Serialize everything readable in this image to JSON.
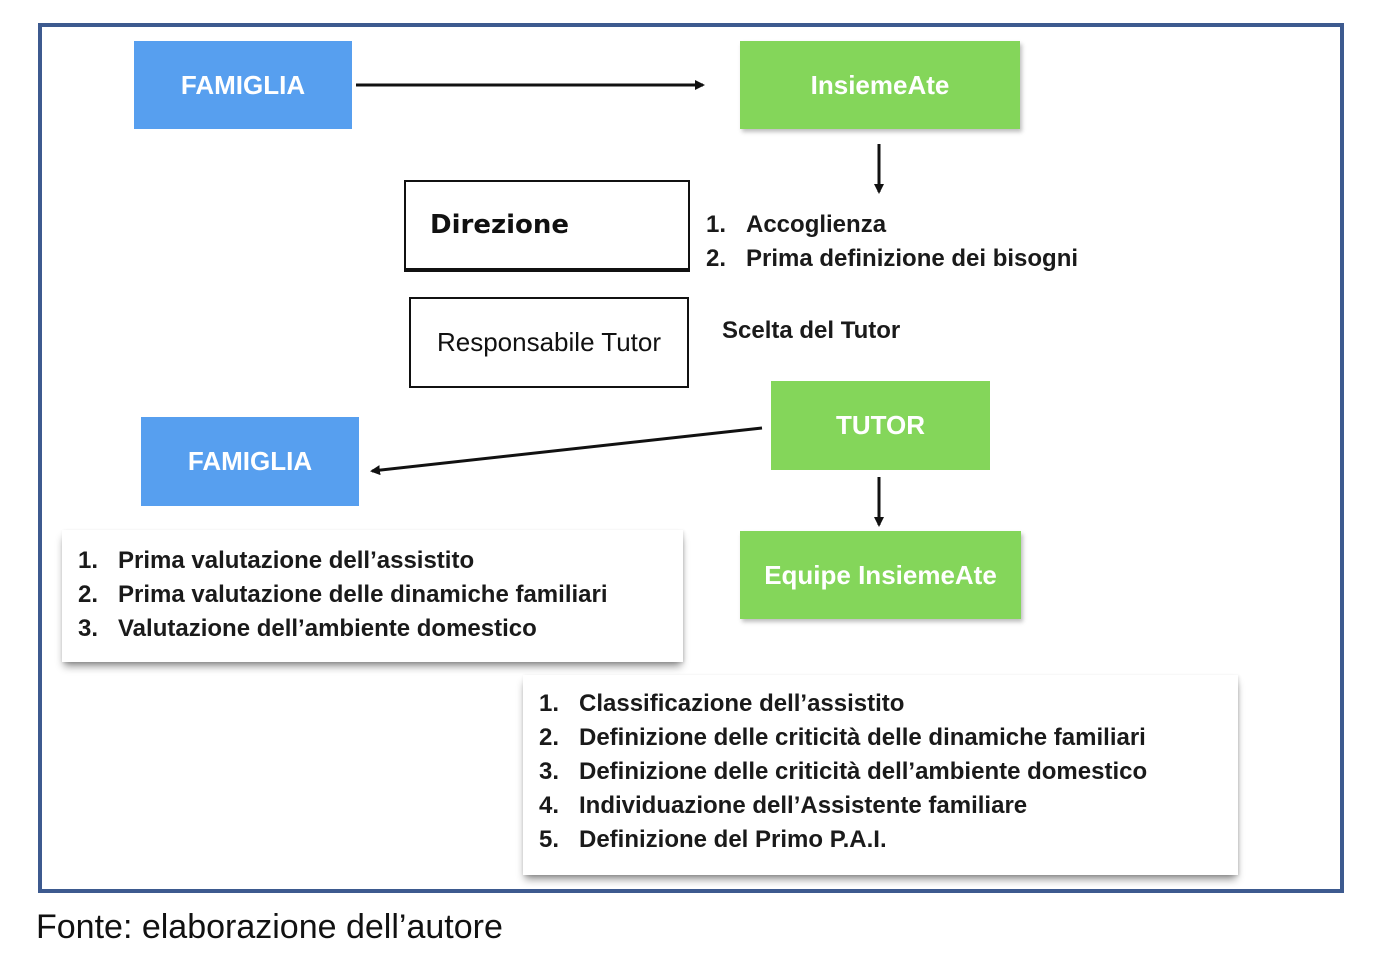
{
  "diagram": {
    "nodes": {
      "famiglia_top": "FAMIGLIA",
      "insiemeate": "InsiemeAte",
      "direzione": "Direzione",
      "responsabile_tutor": "Responsabile Tutor",
      "tutor": "TUTOR",
      "famiglia_left": "FAMIGLIA",
      "equipe": "Equipe InsiemeAte"
    },
    "direzione_steps": [
      {
        "num": "1.",
        "text": "Accoglienza"
      },
      {
        "num": "2.",
        "text": "Prima definizione dei bisogni"
      }
    ],
    "responsabile_step": "Scelta del Tutor",
    "famiglia_steps": [
      {
        "num": "1.",
        "text": "Prima valutazione dell’assistito"
      },
      {
        "num": "2.",
        "text": "Prima valutazione delle dinamiche familiari"
      },
      {
        "num": "3.",
        "text": "Valutazione dell’ambiente domestico"
      }
    ],
    "equipe_steps": [
      {
        "num": "1.",
        "text": "Classificazione dell’assistito"
      },
      {
        "num": "2.",
        "text": "Definizione delle criticità delle dinamiche familiari"
      },
      {
        "num": "3.",
        "text": "Definizione delle criticità dell’ambiente domestico"
      },
      {
        "num": "4.",
        "text": "Individuazione dell’Assistente familiare"
      },
      {
        "num": "5.",
        "text": "Definizione del Primo P.A.I."
      }
    ],
    "colors": {
      "famiglia": "#579fef",
      "insiemeate": "#84d65a",
      "frame": "#3d5a8f"
    }
  },
  "caption": "Fonte: elaborazione dell’autore"
}
